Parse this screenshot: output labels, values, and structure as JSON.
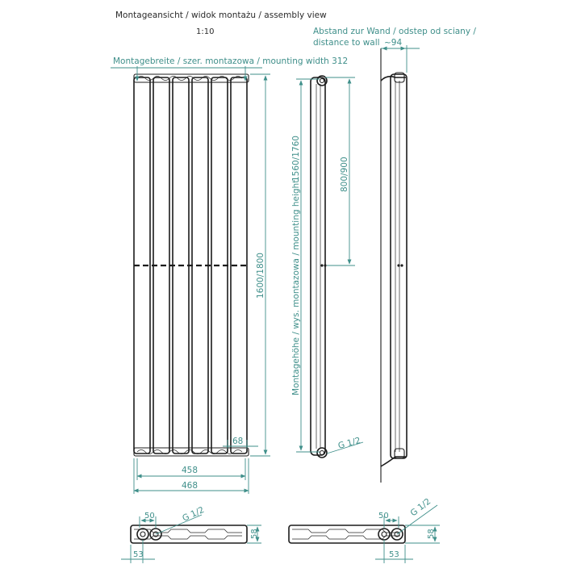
{
  "header": {
    "title": "Montageansicht / widok montażu / assembly view",
    "scale": "1:10"
  },
  "dimensions": {
    "wall_distance_line1": "Abstand zur Wand / odstep od sciany /",
    "wall_distance_line2": "distance to wall",
    "wall_distance_value": "~94",
    "mounting_width": "Montagebreite / szer. montazowa / mounting width 312",
    "height_total": "1600/1800",
    "mounting_height_label": "Montagehöhe / wys. montazowa / mounting height",
    "mounting_height_value": "1560/1760",
    "center_distance": "800/900",
    "tube_width": "68",
    "inner_width": "458",
    "outer_width": "468",
    "connection_side": "G 1/2",
    "connection_bottom_left": "G 1/2",
    "connection_bottom_right": "G 1/2",
    "bl_50": "50",
    "bl_58": "58",
    "bl_53": "53",
    "br_50": "50",
    "br_58": "58",
    "br_53": "53"
  },
  "colors": {
    "line": "#1c1c1c",
    "dimension": "#3f8f8a",
    "background": "#ffffff"
  }
}
